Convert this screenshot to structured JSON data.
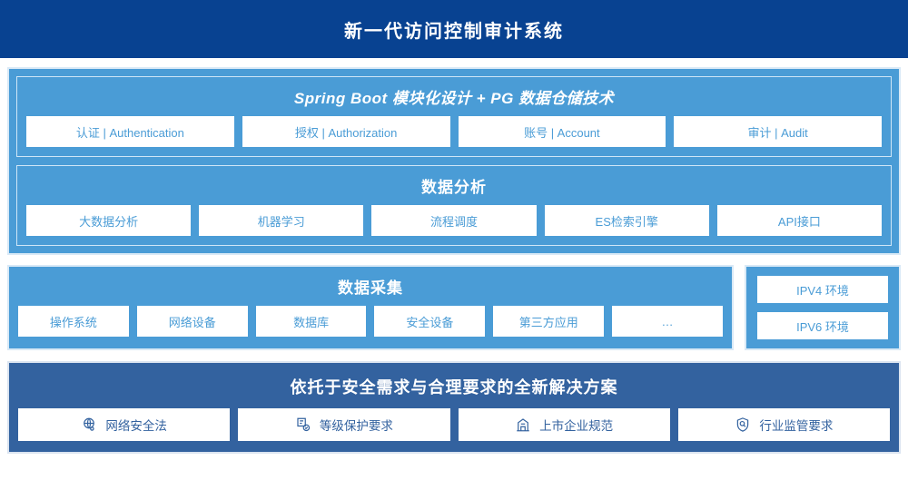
{
  "header": {
    "title": "新一代访问控制审计系统"
  },
  "colors": {
    "header_bg": "#084291",
    "panel_blue": "#4a9cd6",
    "deep_blue": "#33629f",
    "chip_bg": "#ffffff",
    "panel_border": "#d9e9f6"
  },
  "architecture": {
    "modules": {
      "title": "Spring Boot 模块化设计 + PG 数据仓储技术",
      "items": [
        {
          "label": "认证 | Authentication"
        },
        {
          "label": "授权 | Authorization"
        },
        {
          "label": "账号 | Account"
        },
        {
          "label": "审计 | Audit"
        }
      ]
    },
    "analysis": {
      "title": "数据分析",
      "items": [
        {
          "label": "大数据分析"
        },
        {
          "label": "机器学习"
        },
        {
          "label": "流程调度"
        },
        {
          "label": "ES检索引擎"
        },
        {
          "label": "API接口"
        }
      ]
    }
  },
  "collection": {
    "title": "数据采集",
    "items": [
      {
        "label": "操作系统"
      },
      {
        "label": "网络设备"
      },
      {
        "label": "数据库"
      },
      {
        "label": "安全设备"
      },
      {
        "label": "第三方应用"
      },
      {
        "label": "…"
      }
    ]
  },
  "environment": {
    "items": [
      {
        "label": "IPV4 环境"
      },
      {
        "label": "IPV6 环境"
      }
    ]
  },
  "compliance": {
    "title": "依托于安全需求与合理要求的全新解决方案",
    "items": [
      {
        "label": "网络安全法",
        "icon": "globe-network-icon"
      },
      {
        "label": "等级保护要求",
        "icon": "document-check-icon"
      },
      {
        "label": "上市企业规范",
        "icon": "bank-building-icon"
      },
      {
        "label": "行业监管要求",
        "icon": "shield-search-icon"
      }
    ]
  }
}
